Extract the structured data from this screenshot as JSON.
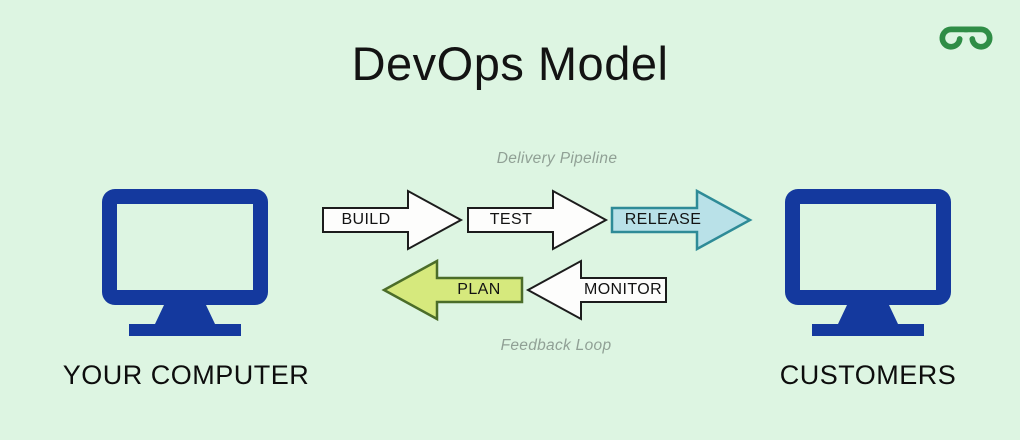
{
  "title": "DevOps Model",
  "logo": {
    "name": "geeksforgeeks-logo"
  },
  "pipeline": {
    "label": "Delivery Pipeline",
    "steps": [
      {
        "label": "BUILD",
        "fill": "#fdfdfc",
        "border": "#1c1c1c",
        "direction": "right"
      },
      {
        "label": "TEST",
        "fill": "#fdfdfc",
        "border": "#1c1c1c",
        "direction": "right"
      },
      {
        "label": "RELEASE",
        "fill": "#b9e1e8",
        "border": "#2e8b97",
        "direction": "right"
      }
    ]
  },
  "feedback": {
    "label": "Feedback Loop",
    "steps": [
      {
        "label": "PLAN",
        "fill": "#d6e97d",
        "border": "#4b6d29",
        "direction": "left"
      },
      {
        "label": "MONITOR",
        "fill": "#fdfdfc",
        "border": "#1c1c1c",
        "direction": "left"
      }
    ]
  },
  "nodes": {
    "left": {
      "label": "YOUR COMPUTER"
    },
    "right": {
      "label": "CUSTOMERS"
    }
  },
  "colors": {
    "bg": "#ddf5e2",
    "ink": "#131313",
    "muted": "#90a095",
    "monitor": "#14399e",
    "arrow-fill": "#fdfdfc",
    "arrow-border": "#1c1c1c",
    "release-fill": "#b9e1e8",
    "release-border": "#2e8b97",
    "plan-fill": "#d6e97d",
    "plan-border": "#4b6d29",
    "logo-green": "#2f8d46"
  }
}
